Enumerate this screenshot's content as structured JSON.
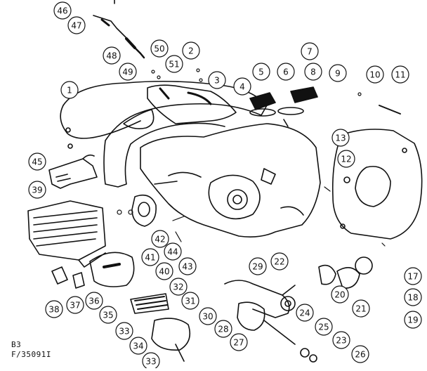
{
  "diagram": {
    "callouts": [
      "46",
      "47",
      "48",
      "49",
      "50",
      "51",
      "2",
      "3",
      "1",
      "4",
      "5",
      "6",
      "7",
      "8",
      "9",
      "10",
      "11",
      "13",
      "12",
      "45",
      "39",
      "42",
      "44",
      "41",
      "40",
      "43",
      "29",
      "22",
      "32",
      "31",
      "30",
      "28",
      "36",
      "37",
      "38",
      "35",
      "33",
      "34",
      "33",
      "27",
      "24",
      "25",
      "23",
      "26",
      "20",
      "21",
      "17",
      "18",
      "19"
    ]
  },
  "caption": {
    "line1": "B3",
    "line2": "F/35091I"
  }
}
